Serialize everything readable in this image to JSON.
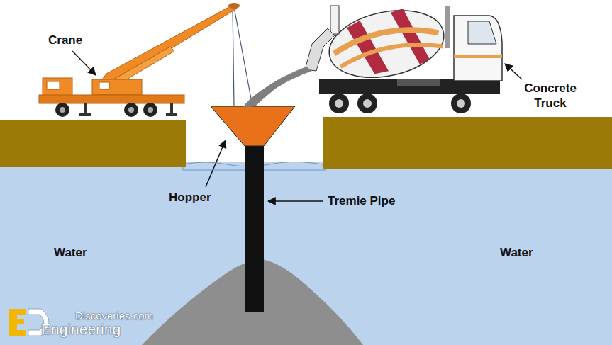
{
  "diagram": {
    "labels": [
      "Crane",
      "Concrete Truck",
      "Hopper",
      "Tremie Pipe",
      "Water",
      "Water",
      "Discoveries.com",
      "Engineering"
    ]
  }
}
